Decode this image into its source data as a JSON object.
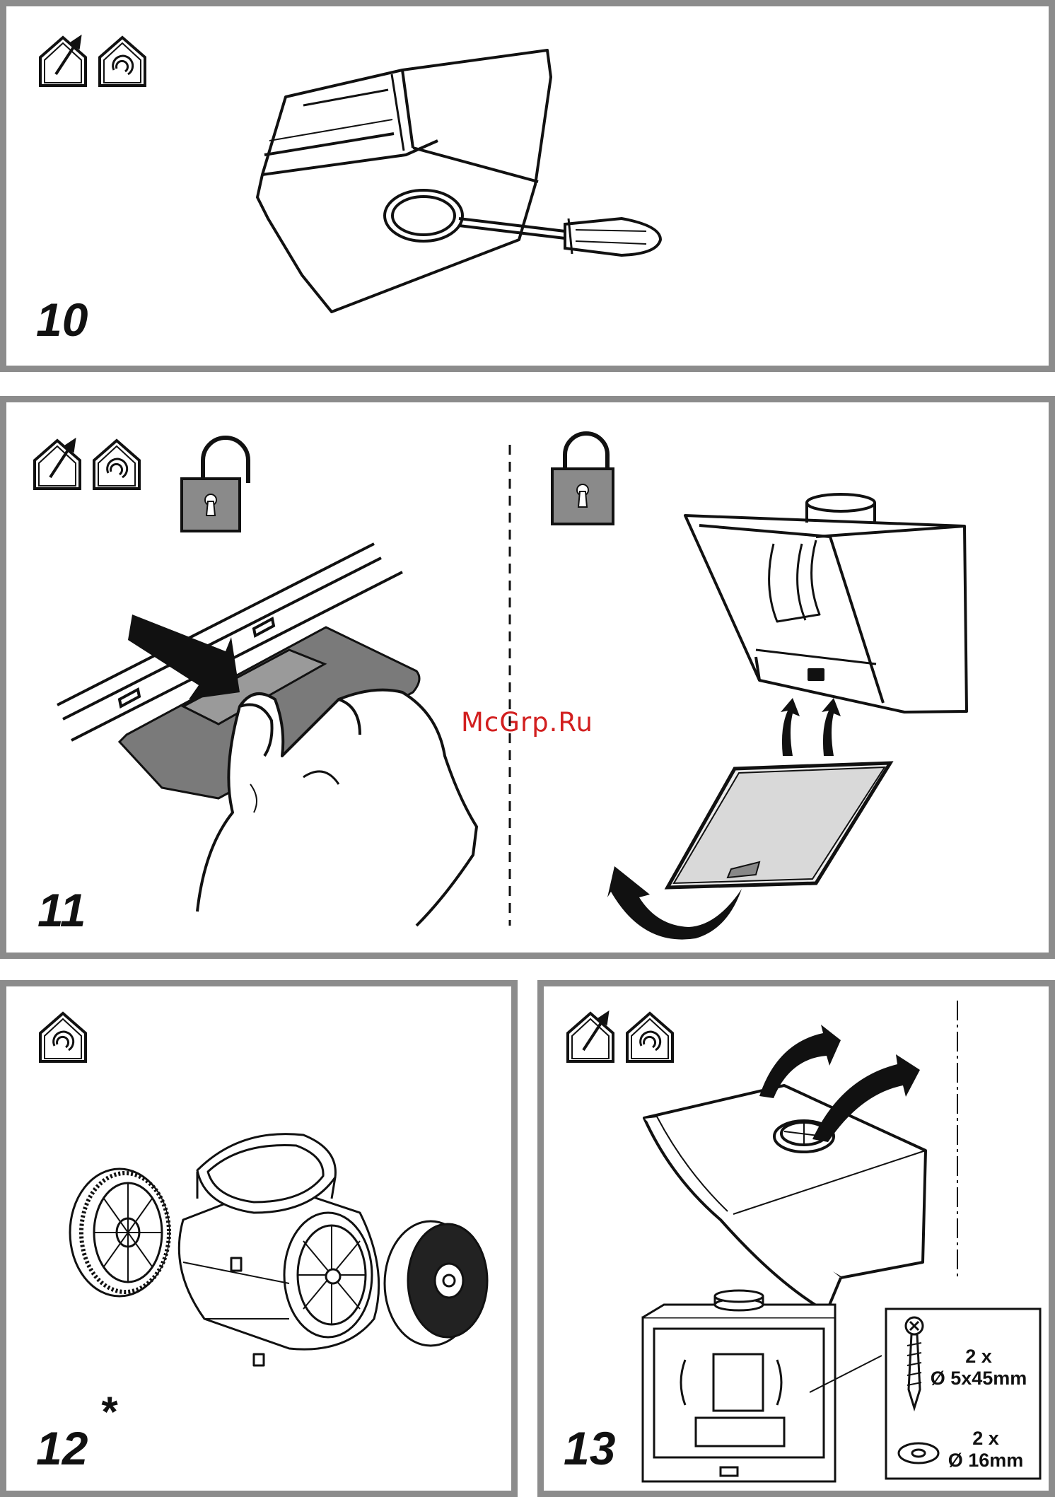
{
  "steps": {
    "step10": {
      "number": "10"
    },
    "step11": {
      "number": "11"
    },
    "step12": {
      "number": "12",
      "mark": "*"
    },
    "step13": {
      "number": "13"
    }
  },
  "watermark": "McGrp.Ru",
  "parts": {
    "screw": {
      "qty": "2 x",
      "size": "Ø 5x45mm"
    },
    "washer": {
      "qty": "2 x",
      "size": "Ø 16mm"
    }
  },
  "icons": {
    "extraction": "ducted-mode-house-icon",
    "recirculation": "recirculation-mode-house-icon",
    "unlock": "unlocked-padlock-icon",
    "lock": "locked-padlock-icon"
  },
  "colors": {
    "frame": "#8c8c8c",
    "ink": "#111111",
    "watermark": "#d21f1f",
    "padlock": "#8a8a8a"
  }
}
